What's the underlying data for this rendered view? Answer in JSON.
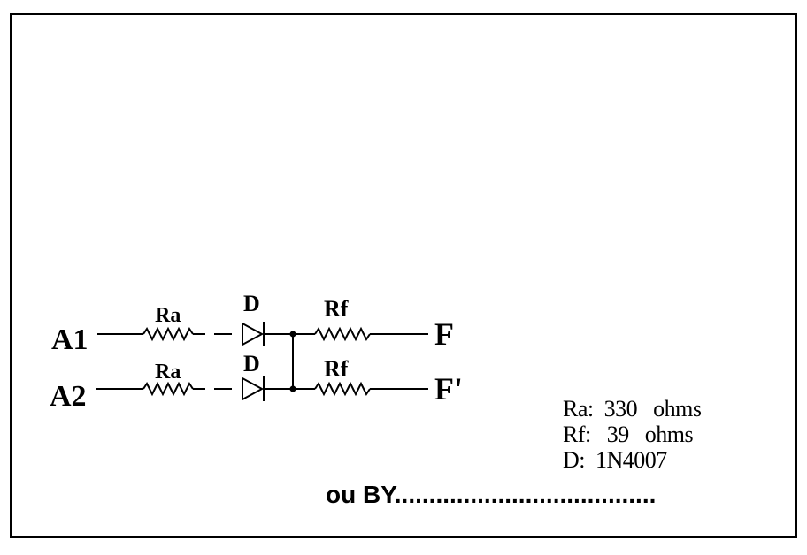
{
  "circuit": {
    "inputs": [
      "A1",
      "A2"
    ],
    "outputs": [
      "F",
      "F'"
    ],
    "resistor_in_label": "Ra",
    "diode_label": "D",
    "resistor_out_label": "Rf"
  },
  "component_values": [
    {
      "text": "Ra:  330   ohms"
    },
    {
      "text": "Rf:   39   ohms"
    },
    {
      "text": "D:  1N4007"
    }
  ],
  "footer": {
    "prefix": "ou BY",
    "dots": "......................................"
  }
}
